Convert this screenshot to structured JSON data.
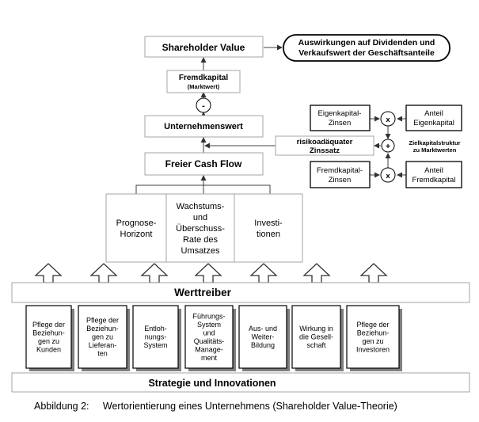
{
  "diagram": {
    "shareholder_value": "Shareholder Value",
    "auswirkungen": [
      "Auswirkungen auf Dividenden und",
      "Verkaufswert der Geschäftsanteile"
    ],
    "fremdkapital": [
      "Fremdkapital",
      "(Marktwert)"
    ],
    "minus_sign": "-",
    "unternehmenswert": "Unternehmenswert",
    "freier_cash_flow": "Freier Cash Flow",
    "risiko": [
      "risikoadäquater",
      "Zinssatz"
    ],
    "plus_sign": "+",
    "zielkapital": [
      "Zielkapitalstruktur",
      "zu Marktwerten"
    ],
    "eigenkapital_zinsen": [
      "Eigenkapital-",
      "Zinsen"
    ],
    "fremdkapital_zinsen": [
      "Fremdkapital-",
      "Zinsen"
    ],
    "anteil_eigenkapital": [
      "Anteil",
      "Eigenkapital"
    ],
    "anteil_fremdkapital": [
      "Anteil",
      "Fremdkapital"
    ],
    "times_sign": "x",
    "prognose": [
      "Prognose-",
      "Horizont"
    ],
    "wachstum": [
      "Wachstums-",
      "und",
      "Überschuss-",
      "Rate des",
      "Umsatzes"
    ],
    "investitionen": [
      "Investi-",
      "tionen"
    ],
    "werttreiber": "Werttreiber",
    "treiber": [
      [
        "Pflege der",
        "Beziehun-",
        "gen zu",
        "Kunden"
      ],
      [
        "Pflege der",
        "Beziehun-",
        "gen zu",
        "Lieferan-",
        "ten"
      ],
      [
        "Entloh-",
        "nungs-",
        "System"
      ],
      [
        "Führungs-",
        "System",
        "und",
        "Qualitäts-",
        "Manage-",
        "ment"
      ],
      [
        "Aus- und",
        "Weiter-",
        "Bildung"
      ],
      [
        "Wirkung in",
        "die Gesell-",
        "schaft"
      ],
      [
        "Pflege der",
        "Beziehun-",
        "gen zu",
        "Investoren"
      ]
    ],
    "strategie": "Strategie und Innovationen"
  },
  "caption": {
    "label": "Abbildung 2:",
    "text": "Wertorientierung eines Unternehmens (Shareholder Value-Theorie)"
  }
}
